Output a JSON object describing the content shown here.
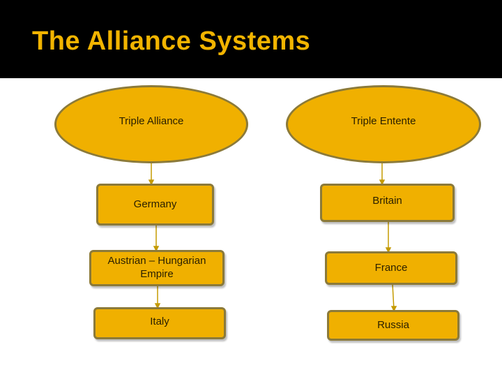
{
  "title": "The Alliance Systems",
  "left_column": {
    "header": "Triple Alliance",
    "members": [
      "Germany",
      "Austrian – Hungarian Empire",
      "Italy"
    ]
  },
  "right_column": {
    "header": "Triple Entente",
    "members": [
      "Britain",
      "France",
      "Russia"
    ]
  },
  "colors": {
    "title": "#f2b400",
    "node_fill": "#f0b000",
    "node_border": "#8b7a3a",
    "background": "#000000",
    "content_background": "#ffffff"
  }
}
